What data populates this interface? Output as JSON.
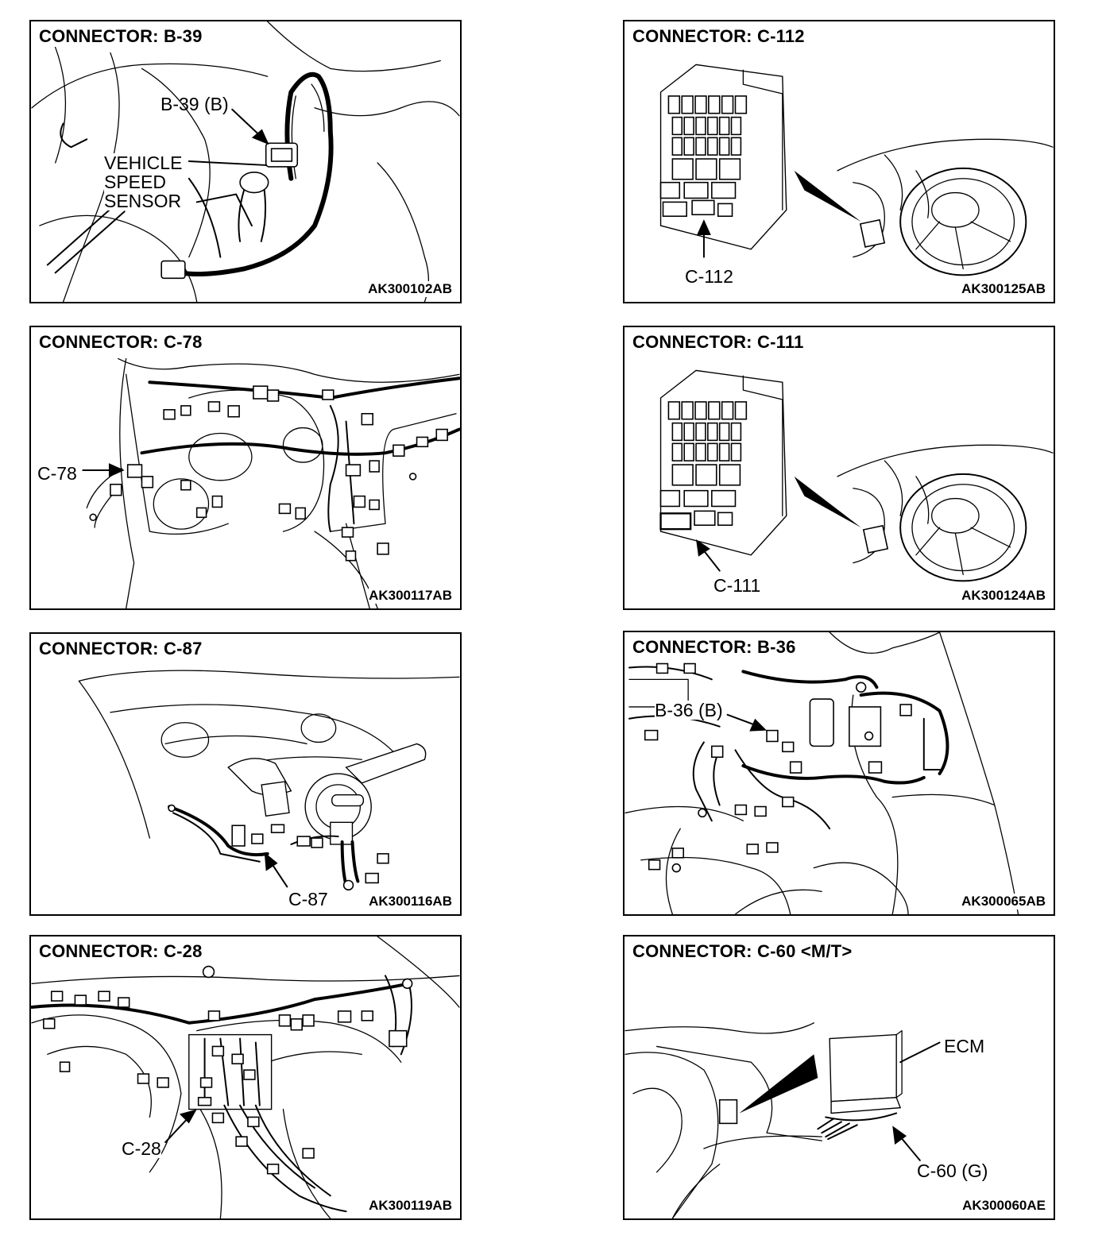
{
  "panels": {
    "b39": {
      "title": "CONNECTOR: B-39",
      "code": "AK300102AB",
      "callout": "B-39 (B)",
      "sensor_label": [
        "VEHICLE",
        "SPEED",
        "SENSOR"
      ]
    },
    "c112": {
      "title": "CONNECTOR: C-112",
      "code": "AK300125AB",
      "callout": "C-112"
    },
    "c78": {
      "title": "CONNECTOR: C-78",
      "code": "AK300117AB",
      "callout": "C-78"
    },
    "c111": {
      "title": "CONNECTOR: C-111",
      "code": "AK300124AB",
      "callout": "C-111"
    },
    "c87": {
      "title": "CONNECTOR: C-87",
      "code": "AK300116AB",
      "callout": "C-87"
    },
    "b36": {
      "title": "CONNECTOR: B-36",
      "code": "AK300065AB",
      "callout": "B-36 (B)"
    },
    "c28": {
      "title": "CONNECTOR: C-28",
      "code": "AK300119AB",
      "callout": "C-28"
    },
    "c60": {
      "title": "CONNECTOR: C-60 <M/T>",
      "code": "AK300060AE",
      "callout": "C-60 (G)",
      "ecm_label": "ECM"
    }
  }
}
